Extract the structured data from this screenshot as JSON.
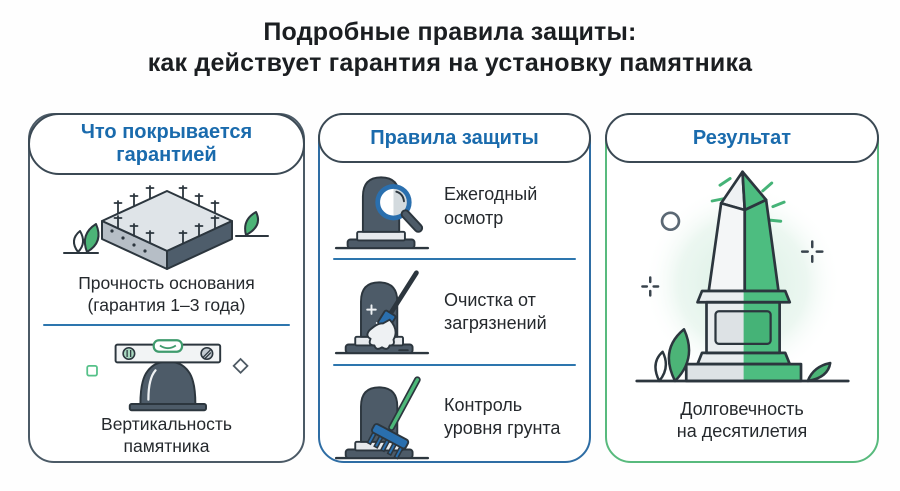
{
  "title": {
    "line1": "Подробные правила защиты:",
    "line2": "как действует гарантия на установку памятника"
  },
  "cards": [
    {
      "header": "Что покрывается\nгарантией",
      "items": [
        {
          "icon": "foundation-slab-icon",
          "label": "Прочность основания\n(гарантия 1–3 года)"
        },
        {
          "icon": "spirit-level-monument-icon",
          "label": "Вертикальность\nпамятника"
        }
      ]
    },
    {
      "header": "Правила защиты",
      "items": [
        {
          "icon": "monument-magnifier-icon",
          "label": "Ежегодный\nосмотр"
        },
        {
          "icon": "monument-brush-icon",
          "label": "Очистка от\nзагрязнений"
        },
        {
          "icon": "monument-rake-icon",
          "label": "Контроль\nуровня грунта"
        }
      ]
    },
    {
      "header": "Результат",
      "items": [
        {
          "icon": "obelisk-monument-icon",
          "label": "Долговечность\nна десятилетия"
        }
      ]
    }
  ],
  "colors": {
    "title_text": "#1b1e21",
    "header_text": "#1a6bad",
    "card1_border": "#4b5a66",
    "card2_border": "#2e6da4",
    "card3_border": "#58ba7d",
    "pill_border": "#3b4954",
    "divider_blue": "#2d76ae",
    "illustration_dark": "#4d5b68",
    "illustration_green": "#4dbd80",
    "leaf_green": "#4cb477",
    "magnifier_blue": "#2a6fae"
  }
}
